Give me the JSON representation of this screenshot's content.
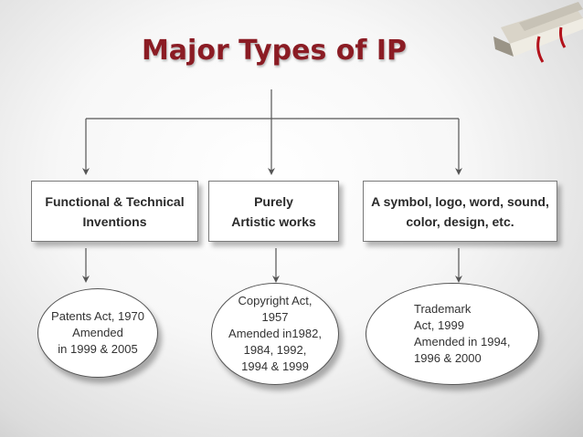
{
  "title": "Major Types of IP",
  "categories": [
    {
      "lines": [
        "Functional  & Technical",
        "Inventions"
      ]
    },
    {
      "lines": [
        "Purely",
        "Artistic  works"
      ]
    },
    {
      "lines": [
        "A symbol, logo, word, sound,",
        "color, design, etc."
      ]
    }
  ],
  "acts": [
    {
      "lines": [
        "Patents Act, 1970",
        "Amended",
        "in 1999 & 2005"
      ]
    },
    {
      "lines": [
        "Copyright Act,",
        "1957",
        "Amended in1982,",
        "1984, 1992,",
        "1994  & 1999"
      ]
    },
    {
      "lines": [
        "Trademark",
        "Act, 1999",
        "Amended in 1994,",
        "1996 & 2000"
      ]
    }
  ],
  "colors": {
    "title": "#8b1c24",
    "lines": "#555555"
  }
}
